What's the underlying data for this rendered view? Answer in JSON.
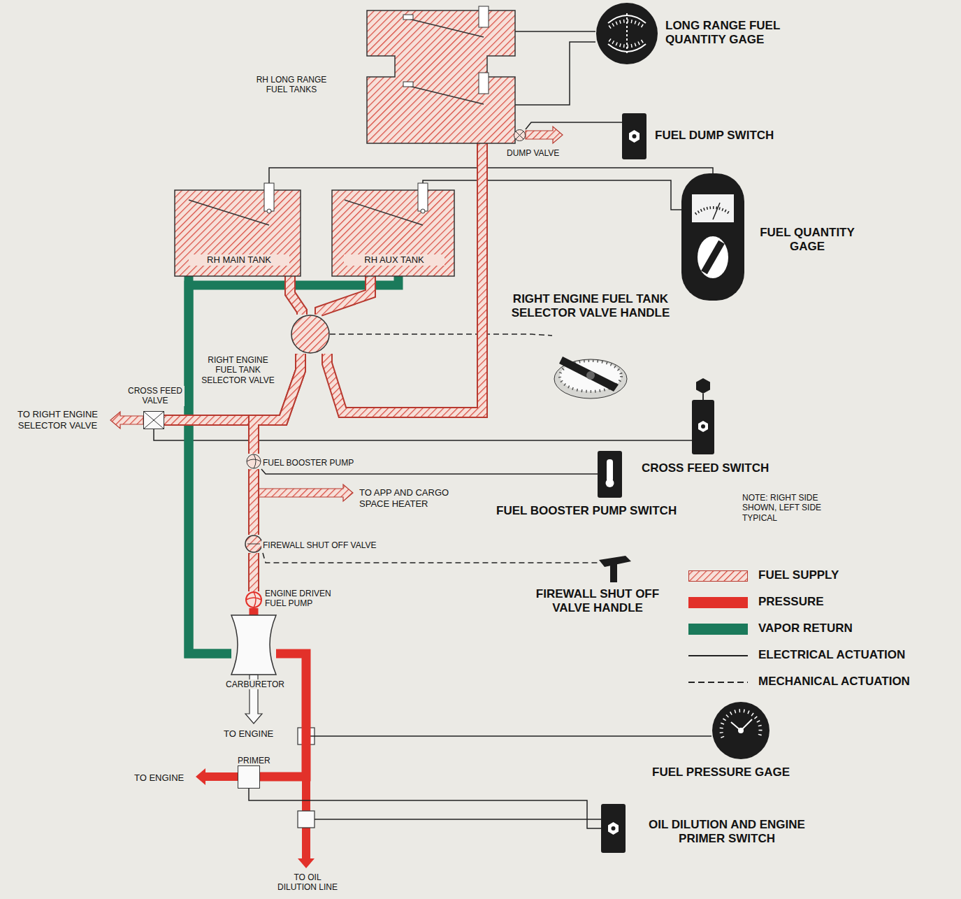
{
  "diagram": {
    "nodes": [
      {
        "text": [
          "RH LONG RANGE FUEL TANKS"
        ]
      },
      {
        "text": [
          "LONG RANGE FUEL QUANTITY GAGE"
        ]
      },
      {
        "text": [
          "DUMP VALVE"
        ]
      },
      {
        "text": [
          "FUEL DUMP SWITCH"
        ]
      },
      {
        "text": [
          "FUEL QUANTITY GAGE"
        ]
      },
      {
        "text": [
          "RH MAIN TANK"
        ]
      },
      {
        "text": [
          "RH AUX TANK"
        ]
      },
      {
        "text": [
          "RIGHT ENGINE FUEL TANK SELECTOR VALVE"
        ]
      },
      {
        "text": [
          "RIGHT ENGINE FUEL TANK SELECTOR VALVE HANDLE"
        ]
      },
      {
        "text": [
          "CROSS FEED VALVE"
        ]
      },
      {
        "text": [
          "CROSS FEED SWITCH"
        ]
      },
      {
        "text": [
          "FUEL BOOSTER PUMP"
        ]
      },
      {
        "text": [
          "FUEL BOOSTER PUMP SWITCH"
        ]
      },
      {
        "text": [
          "FIREWALL SHUT OFF VALVE"
        ]
      },
      {
        "text": [
          "FIREWALL SHUT OFF VALVE HANDLE"
        ]
      },
      {
        "text": [
          "ENGINE DRIVEN FUEL PUMP"
        ]
      },
      {
        "text": [
          "CARBURETOR"
        ]
      },
      {
        "text": [
          "FUEL PRESSURE GAGE"
        ]
      },
      {
        "text": [
          "PRIMER"
        ]
      },
      {
        "text": [
          "OIL DILUTION AND ENGINE PRIMER SWITCH"
        ]
      }
    ],
    "edges": [
      {
        "from": 0,
        "to": 1,
        "arrow": "none"
      },
      {
        "from": 0,
        "to": 2,
        "arrow": "none"
      },
      {
        "from": 2,
        "to": 3,
        "arrow": "none"
      },
      {
        "from": 5,
        "to": 4,
        "arrow": "none"
      },
      {
        "from": 6,
        "to": 4,
        "arrow": "none"
      },
      {
        "from": 5,
        "to": 7,
        "arrow": "none"
      },
      {
        "from": 6,
        "to": 7,
        "arrow": "none"
      },
      {
        "from": 0,
        "to": 7,
        "arrow": "none"
      },
      {
        "from": 7,
        "to": 8,
        "arrow": "none"
      },
      {
        "from": 7,
        "to": 9,
        "arrow": "none"
      },
      {
        "from": 9,
        "to": 10,
        "arrow": "none"
      },
      {
        "from": 7,
        "to": 11,
        "arrow": "none"
      },
      {
        "from": 11,
        "to": 12,
        "arrow": "none"
      },
      {
        "from": 11,
        "to": 13,
        "arrow": "none"
      },
      {
        "from": 13,
        "to": 14,
        "arrow": "none"
      },
      {
        "from": 13,
        "to": 15,
        "arrow": "none"
      },
      {
        "from": 15,
        "to": 16,
        "arrow": "none"
      },
      {
        "from": 16,
        "to": 5,
        "arrow": "none"
      },
      {
        "from": 16,
        "to": 6,
        "arrow": "none"
      },
      {
        "from": 16,
        "to": 18,
        "arrow": "none"
      },
      {
        "from": 16,
        "to": 17,
        "arrow": "none"
      },
      {
        "from": 18,
        "to": 19,
        "arrow": "none"
      }
    ],
    "labels": [
      "TO RIGHT ENGINE SELECTOR VALVE",
      "TO APP AND CARGO SPACE HEATER",
      "TO ENGINE",
      "TO ENGINE",
      "TO OIL DILUTION LINE",
      "NOTE: RIGHT SIDE SHOWN, LEFT SIDE TYPICAL"
    ],
    "legend": [
      {
        "text": "FUEL SUPPLY"
      },
      {
        "text": "PRESSURE",
        "color": "#e2312a"
      },
      {
        "text": "VAPOR RETURN",
        "color": "#1b7a5b"
      },
      {
        "text": "ELECTRICAL ACTUATION"
      },
      {
        "text": "MECHANICAL ACTUATION"
      }
    ]
  }
}
